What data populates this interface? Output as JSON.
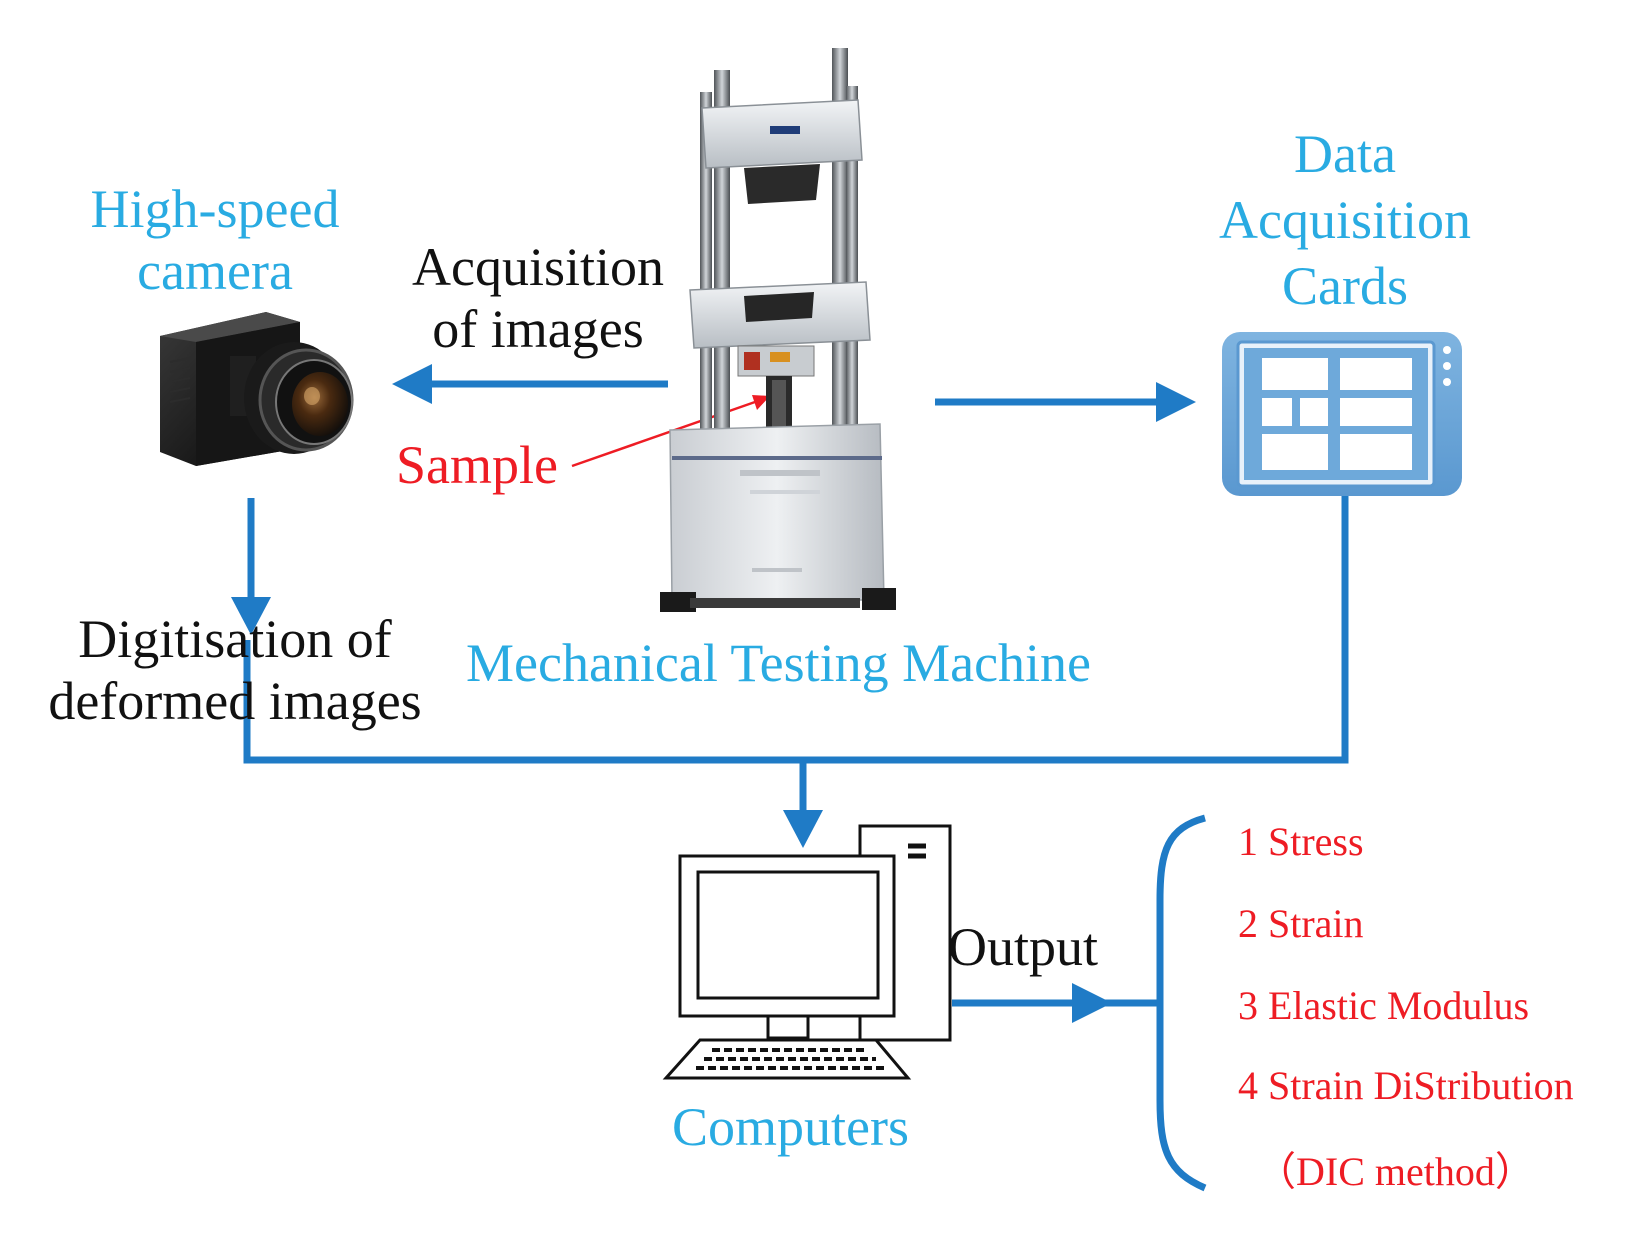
{
  "nodes": {
    "camera_label": [
      "High-speed",
      "camera"
    ],
    "machine_label": "Mechanical Testing Machine",
    "daq_label": [
      "Data",
      "Acquisition",
      "Cards"
    ],
    "computer_label": "Computers",
    "sample_label": "Sample"
  },
  "edges": {
    "acquisition_label": [
      "Acquisition",
      "of images"
    ],
    "digitisation_label": [
      "Digitisation of",
      "deformed images"
    ],
    "output_label": "Output"
  },
  "outputs": [
    "1 Stress",
    "2 Strain",
    "3 Elastic Modulus",
    "4 Strain DiStribution",
    "（DIC method）"
  ],
  "colors": {
    "arrow": "#1f7bc6",
    "node_label": "#29abe2",
    "sample": "#ee1c24",
    "output_text": "#ee1c24",
    "edge_text": "#111111"
  },
  "icons": [
    "camera-icon",
    "testing-machine-icon",
    "data-card-icon",
    "computer-icon"
  ]
}
